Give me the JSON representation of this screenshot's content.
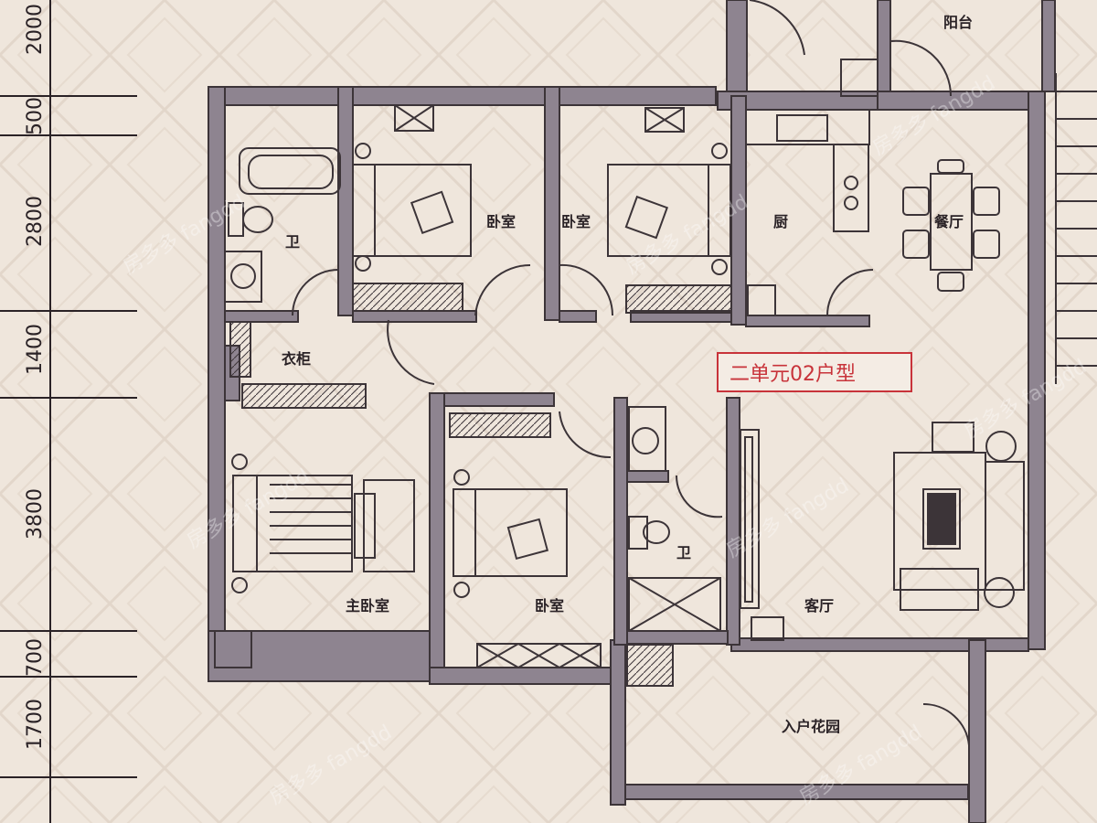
{
  "dimensions": [
    "2000",
    "500",
    "2800",
    "1400",
    "3800",
    "700",
    "1700"
  ],
  "rooms": {
    "balcony": "阳台",
    "bath_upper": "卫",
    "bed_upper_left": "卧室",
    "bed_upper_right": "卧室",
    "kitchen": "厨",
    "dining": "餐厅",
    "closet": "衣柜",
    "master_bed": "主卧室",
    "bed_lower": "卧室",
    "bath_lower": "卫",
    "living": "客厅",
    "entry": "入户花园"
  },
  "unit_title": "二单元02户型",
  "watermark": "房多多 fangdd",
  "colors": {
    "wall": "#5a5058",
    "wall_fill": "#8e8490",
    "line": "#3c3438",
    "title": "#c8333a",
    "paper": "#efe6dc"
  }
}
